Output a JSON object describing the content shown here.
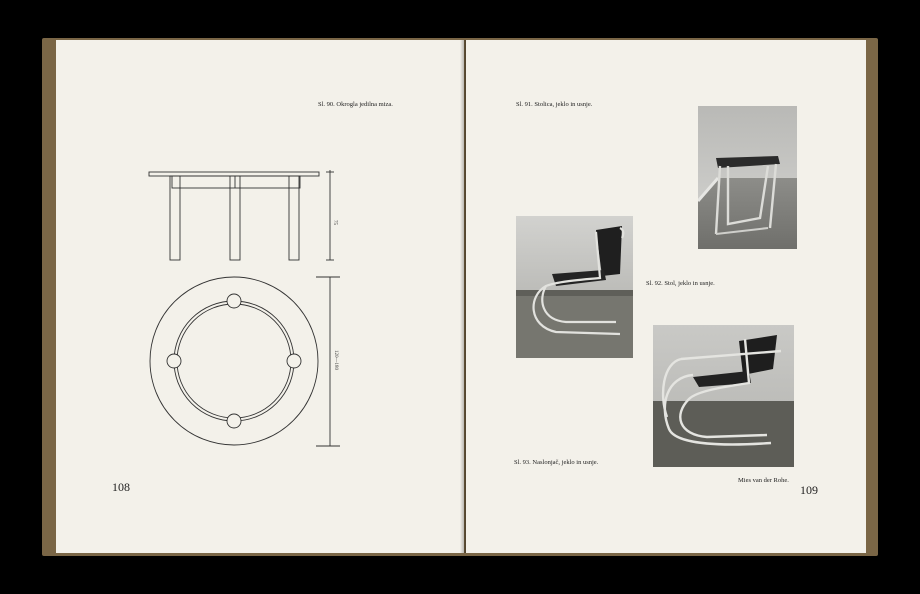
{
  "left_page": {
    "caption": "Sl. 90. Okrogla jedilna miza.",
    "page_number": "108",
    "dim_top": "75",
    "dim_bottom": "120—180"
  },
  "right_page": {
    "caption_91": "Sl. 91. Stolica, jeklo in usnje.",
    "caption_92": "Sl. 92. Stol, jeklo in usnje.",
    "caption_93": "Sl. 93. Naslonjač, jeklo in usnje.",
    "designer": "Mies van der Rohe.",
    "page_number": "109"
  },
  "colors": {
    "paper": "#f3f1ea",
    "cover": "#7a6646",
    "ink": "#222222"
  }
}
